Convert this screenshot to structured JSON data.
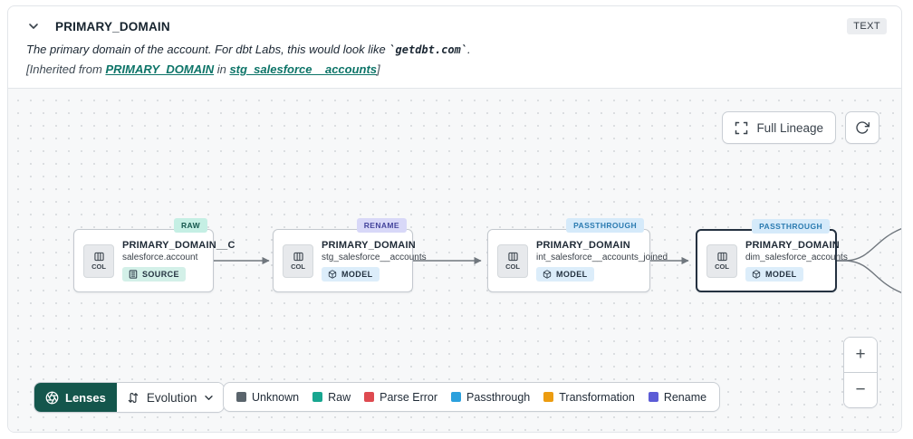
{
  "header": {
    "title": "PRIMARY_DOMAIN",
    "type_badge": "TEXT",
    "description_prefix": "The primary domain of the account. For dbt Labs, this would look like ",
    "description_code": "`getdbt.com`",
    "description_suffix": ".",
    "inherited_prefix": "[Inherited from ",
    "inherited_link_column": "PRIMARY_DOMAIN",
    "inherited_middle": " in ",
    "inherited_link_model": "stg_salesforce__accounts",
    "inherited_suffix": "]"
  },
  "toolbar": {
    "full_lineage_label": "Full Lineage"
  },
  "canvas": {
    "nodes": [
      {
        "title": "PRIMARY_DOMAIN__C",
        "subtitle": "salesforce.account",
        "type": "SOURCE",
        "col_label": "COL",
        "status": "RAW",
        "status_bg": "#c5efe4",
        "status_text": "#14564c",
        "type_bg": "#d3f0e8"
      },
      {
        "title": "PRIMARY_DOMAIN",
        "subtitle": "stg_salesforce__accounts",
        "type": "MODEL",
        "col_label": "COL",
        "status": "RENAME",
        "status_bg": "#d8d8f8",
        "status_text": "#45459c",
        "type_bg": "#dcedfa"
      },
      {
        "title": "PRIMARY_DOMAIN",
        "subtitle": "int_salesforce__accounts_joined",
        "type": "MODEL",
        "col_label": "COL",
        "status": "PASSTHROUGH",
        "status_bg": "#d5eafa",
        "status_text": "#2a7ab0",
        "type_bg": "#dcedfa"
      },
      {
        "title": "PRIMARY_DOMAIN",
        "subtitle": "dim_salesforce_accounts",
        "type": "MODEL",
        "col_label": "COL",
        "status": "PASSTHROUGH",
        "status_bg": "#d5eafa",
        "status_text": "#2a7ab0",
        "type_bg": "#dcedfa"
      }
    ]
  },
  "lenses": {
    "button_label": "Lenses",
    "selected_lens": "Evolution",
    "button_bg": "#14564c"
  },
  "legend": {
    "items": [
      {
        "label": "Unknown",
        "color": "#5a646c"
      },
      {
        "label": "Raw",
        "color": "#18a690"
      },
      {
        "label": "Parse Error",
        "color": "#de4a50"
      },
      {
        "label": "Passthrough",
        "color": "#2ba0dd"
      },
      {
        "label": "Transformation",
        "color": "#ec9c10"
      },
      {
        "label": "Rename",
        "color": "#5c5cd6"
      }
    ]
  },
  "zoom_controls": {
    "zoom_in": "+",
    "zoom_out": "−"
  }
}
